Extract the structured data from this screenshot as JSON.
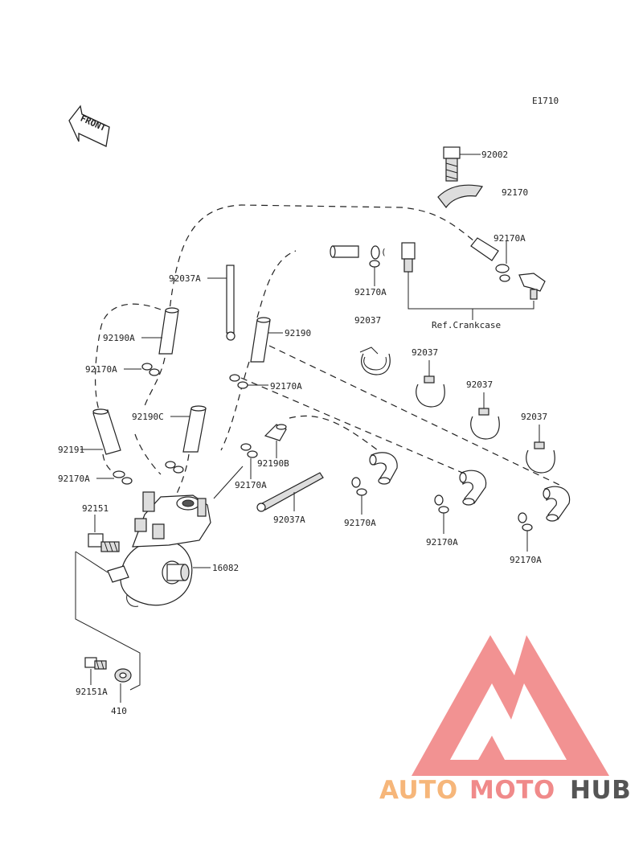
{
  "diagram_code": "E1710",
  "front_label": "FRONT",
  "parts": {
    "p92002": "92002",
    "p92170": "92170",
    "p92170A_top": "92170A",
    "p92170A_mid": "92170A",
    "p92037_1": "92037",
    "p92037_2": "92037",
    "p92037_3": "92037",
    "p92037_4": "92037",
    "p92037A_top": "92037A",
    "p92190A": "92190A",
    "p92190": "92190",
    "p92170A_left1": "92170A",
    "p92170A_right1": "92170A",
    "p92190C": "92190C",
    "p92191": "92191",
    "p92190B": "92190B",
    "p92170A_left2": "92170A",
    "p92170A_c": "92170A",
    "p92151": "92151",
    "p92037A_bot": "92037A",
    "p92170A_b1": "92170A",
    "p92170A_b2": "92170A",
    "p92170A_b3": "92170A",
    "p16082": "16082",
    "p92151A": "92151A",
    "p410": "410"
  },
  "ref_crankcase": "Ref.Crankcase",
  "watermark": {
    "part1": "AUTO",
    "part2": "MOTO",
    "part3": "HUB",
    "color1": "#f6b67a",
    "color2": "#f08a8a",
    "color3": "#555555",
    "logo_color": "#f08080"
  }
}
